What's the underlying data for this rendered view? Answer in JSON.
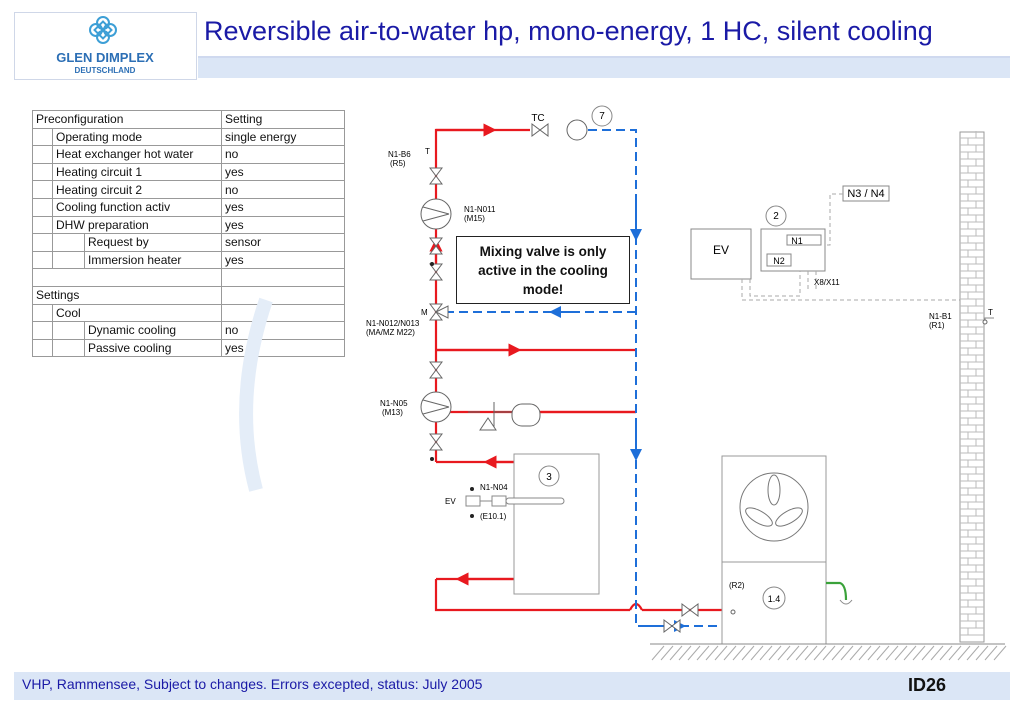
{
  "header": {
    "title": "Reversible air-to-water hp, mono-energy, 1 HC, silent cooling",
    "logo_line1": "GLEN DIMPLEX",
    "logo_line2": "DEUTSCHLAND"
  },
  "config_table": {
    "header": [
      "Preconfiguration",
      "Setting"
    ],
    "rows": [
      {
        "level": 1,
        "label": "Operating mode",
        "value": "single energy"
      },
      {
        "level": 1,
        "label": "Heat exchanger hot water",
        "value": "no"
      },
      {
        "level": 1,
        "label": "Heating circuit 1",
        "value": "yes"
      },
      {
        "level": 1,
        "label": "Heating circuit 2",
        "value": "no"
      },
      {
        "level": 1,
        "label": "Cooling function activ",
        "value": "yes"
      },
      {
        "level": 1,
        "label": "DHW  preparation",
        "value": "yes"
      },
      {
        "level": 2,
        "label": "Request by",
        "value": "sensor"
      },
      {
        "level": 2,
        "label": "Immersion heater",
        "value": "yes"
      },
      {
        "level": 0,
        "label": "",
        "value": ""
      },
      {
        "level": 0,
        "label": "Settings",
        "value": ""
      },
      {
        "level": 1,
        "label": "Cool",
        "value": ""
      },
      {
        "level": 2,
        "label": "Dynamic cooling",
        "value": "no"
      },
      {
        "level": 2,
        "label": "Passive cooling",
        "value": "yes"
      }
    ]
  },
  "callout": {
    "line1": "Mixing valve is only",
    "line2": "active in the cooling",
    "line3": "mode!"
  },
  "diagram": {
    "tc_label": "TC",
    "num_7": "7",
    "num_2": "2",
    "num_3": "3",
    "num_14": "1.4",
    "ev_label": "EV",
    "n1_label": "N1",
    "n2_label": "N2",
    "n3n4_label": "N3 / N4",
    "x8_label": "X8/X11",
    "r5_a": "N1-B6",
    "r5_b": "(R5)",
    "t_label": "T",
    "m15_a": "N1-N011",
    "m15_b": "(M15)",
    "m_label": "M",
    "m22_a": "N1-N012/N013",
    "m22_b": "(MA/MZ M22)",
    "m13_a": "N1-N05",
    "m13_b": "(M13)",
    "n04": "N1-N04",
    "ev_small": "EV",
    "e101": "(E10.1)",
    "r2": "(R2)",
    "r1_a": "N1-B1",
    "r1_b": "(R1)",
    "t_right": "T"
  },
  "colors": {
    "supply": "#e8191f",
    "return": "#1e6fd9",
    "title": "#1a1aa6",
    "band": "#dbe6f6"
  },
  "footer": {
    "text": "VHP, Rammensee, Subject to changes. Errors excepted, status: July 2005",
    "id": "ID26"
  }
}
